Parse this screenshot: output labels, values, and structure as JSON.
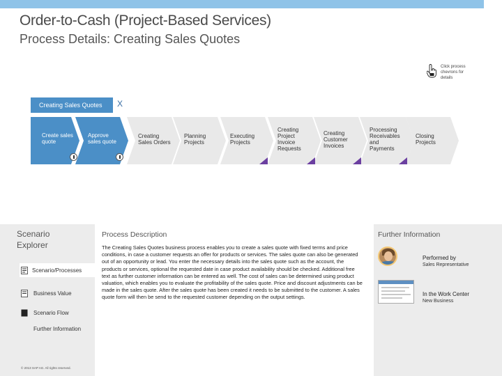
{
  "header": {
    "title": "Order-to-Cash (Project-Based Services)",
    "subtitle": "Process Details: Creating Sales Quotes"
  },
  "hint": {
    "text": "Click process chevrons for details"
  },
  "process_group": {
    "label": "Creating Sales Quotes",
    "close": "X"
  },
  "chevrons": [
    {
      "label": "Create sales quote",
      "active": true
    },
    {
      "label": "Approve sales quote",
      "active": true
    },
    {
      "label": "Creating Sales Orders",
      "active": false
    },
    {
      "label": "Planning Projects",
      "active": false
    },
    {
      "label": "Executing Projects",
      "active": false
    },
    {
      "label": "Creating Project Invoice Requests",
      "active": false
    },
    {
      "label": "Creating Customer Invoices",
      "active": false
    },
    {
      "label": "Processing Receivables and Payments",
      "active": false
    },
    {
      "label": "Closing Projects",
      "active": false
    }
  ],
  "sidebar": {
    "title": "Scenario Explorer",
    "items": [
      {
        "label": "Scenario/Processes",
        "icon": "scenario-processes-icon",
        "active": true
      },
      {
        "label": "Business Value",
        "icon": "business-value-icon",
        "active": false
      },
      {
        "label": "Scenario Flow",
        "icon": "scenario-flow-icon",
        "active": false
      },
      {
        "label": "Further Information",
        "icon": "further-information-icon",
        "active": false
      }
    ],
    "copyright": "© 2013 SAP AG. All rights reserved."
  },
  "main": {
    "heading": "Process Description",
    "description": "The Creating Sales Quotes business process enables you to create a sales quote with fixed terms and price conditions, in case a customer requests an offer for products or services. The sales quote can also be generated out of an opportunity or lead. You enter the necessary details into the sales quote such as the account, the products or services, optional the requested date in case product availability should be checked. Additional free text as further customer information can be entered as well. The cost of sales can be determined using product valuation, which enables you to evaluate the profitability of the sales quote. Price and discount adjustments can be made in the sales quote. After the sales quote has been created it needs to be submitted to the customer. A sales quote form will then be send to the requested customer depending on the output settings."
  },
  "further_info": {
    "heading": "Further Information",
    "performed_by_label": "Performed by",
    "performed_by_value": "Sales Representative",
    "work_center_label": "In the Work Center",
    "work_center_value": "New Business"
  },
  "colors": {
    "top_bar": "#8fc3e8",
    "active_chevron": "#4b8fc7",
    "inactive_chevron": "#e9e9e9",
    "marker": "#6b3fa0"
  }
}
